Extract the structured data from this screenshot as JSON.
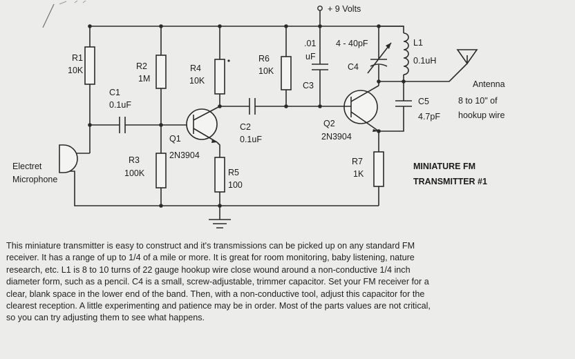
{
  "supply_label": "+ 9 Volts",
  "title": {
    "line1": "MINIATURE FM",
    "line2": "TRANSMITTER #1"
  },
  "components": {
    "r1": {
      "ref": "R1",
      "value": "10K"
    },
    "r2": {
      "ref": "R2",
      "value": "1M"
    },
    "r3": {
      "ref": "R3",
      "value": "100K"
    },
    "r4": {
      "ref": "R4",
      "value": "10K"
    },
    "r5": {
      "ref": "R5",
      "value": "100"
    },
    "r6": {
      "ref": "R6",
      "value": "10K"
    },
    "r7": {
      "ref": "R7",
      "value": "1K"
    },
    "c1": {
      "ref": "C1",
      "value": "0.1uF"
    },
    "c2": {
      "ref": "C2",
      "value": "0.1uF"
    },
    "c3": {
      "ref": "C3",
      "value_line1": ".01",
      "value_line2": "uF"
    },
    "c4": {
      "ref": "C4",
      "value": "4 - 40pF"
    },
    "c5": {
      "ref": "C5",
      "value": "4.7pF"
    },
    "l1": {
      "ref": "L1",
      "value": "0.1uH"
    },
    "q1": {
      "ref": "Q1",
      "part": "2N3904"
    },
    "q2": {
      "ref": "Q2",
      "part": "2N3904"
    }
  },
  "antenna": {
    "label": "Antenna",
    "note_line1": "8 to 10\" of",
    "note_line2": "hookup wire"
  },
  "microphone": {
    "line1": "Electret",
    "line2": "Microphone"
  },
  "description": "This miniature transmitter is easy to construct and it's transmissions can be picked up on any standard FM\nreceiver. It has a range of up to 1/4 of a mile or more. It is great for room monitoring, baby listening, nature\nresearch, etc. L1 is 8 to 10 turns of 22 gauge hookup wire close wound around a non-conductive 1/4 inch\ndiameter form, such as a pencil. C4 is a small, screw-adjustable, trimmer capacitor. Set your FM receiver for a\nclear, blank space in the lower end of the band. Then, with a non-conductive tool, adjust this capacitor for the\nclearest reception. A little experimenting and patience may be in order. Most of the parts values are not critical,\nso you can try adjusting them to see what happens."
}
